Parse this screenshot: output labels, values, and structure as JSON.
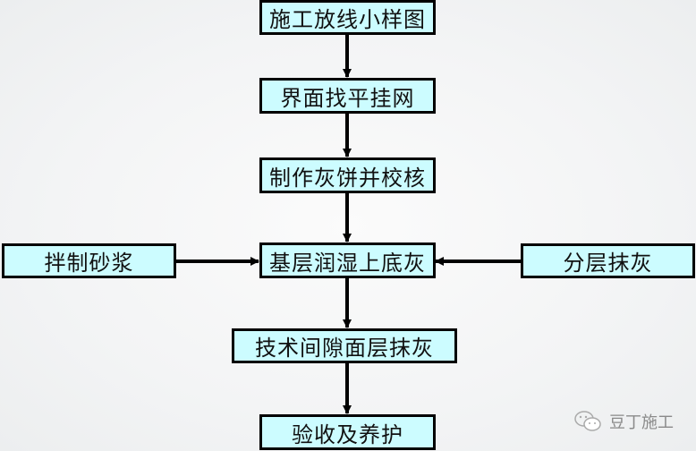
{
  "diagram": {
    "type": "flowchart",
    "main_steps": [
      {
        "id": "s1",
        "label": "施工放线小样图"
      },
      {
        "id": "s2",
        "label": "界面找平挂网"
      },
      {
        "id": "s3",
        "label": "制作灰饼并校核"
      },
      {
        "id": "s4",
        "label": "基层润湿上底灰"
      },
      {
        "id": "s5",
        "label": "技术间隙面层抹灰"
      },
      {
        "id": "s6",
        "label": "验收及养护"
      }
    ],
    "side_inputs": [
      {
        "id": "left",
        "label": "拌制砂浆",
        "target": "s4"
      },
      {
        "id": "right",
        "label": "分层抹灰",
        "target": "s4"
      }
    ],
    "edges": [
      {
        "from": "s1",
        "to": "s2"
      },
      {
        "from": "s2",
        "to": "s3"
      },
      {
        "from": "s3",
        "to": "s4"
      },
      {
        "from": "left",
        "to": "s4"
      },
      {
        "from": "right",
        "to": "s4"
      },
      {
        "from": "s4",
        "to": "s5"
      },
      {
        "from": "s5",
        "to": "s6"
      }
    ],
    "colors": {
      "box_fill": "#ccfcff",
      "border": "#000000"
    }
  },
  "watermark": {
    "icon": "wechat-icon",
    "text": "豆丁施工"
  }
}
